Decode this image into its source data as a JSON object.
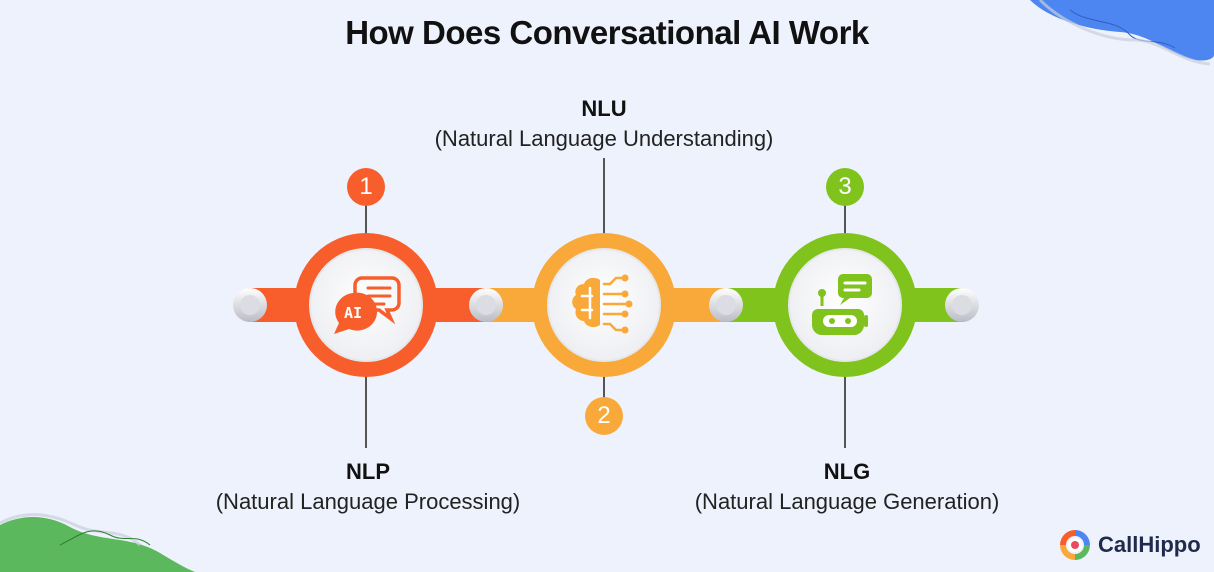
{
  "title": "How Does Conversational AI Work",
  "steps": [
    {
      "number": "1",
      "head": "NLP",
      "sub": "(Natural Language Processing)",
      "icon": "ai-chat-icon",
      "color": "#f75e2b"
    },
    {
      "number": "2",
      "head": "NLU",
      "sub": "(Natural Language Understanding)",
      "icon": "brain-circuit-icon",
      "color": "#f8a93a"
    },
    {
      "number": "3",
      "head": "NLG",
      "sub": "(Natural Language Generation)",
      "icon": "chatbot-icon",
      "color": "#7fc31c"
    }
  ],
  "icon_text": {
    "ai": "AI"
  },
  "brand": {
    "name": "CallHippo"
  },
  "colors": {
    "background": "#eef2fd",
    "blob_blue": "#4d86f0",
    "blob_green": "#5cb85c"
  }
}
